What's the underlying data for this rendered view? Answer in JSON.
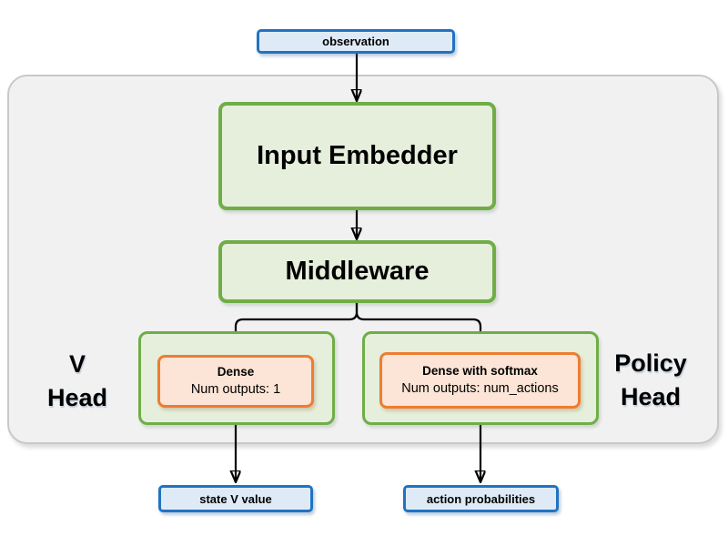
{
  "diagram": {
    "observation_label": "observation",
    "input_embedder_label": "Input Embedder",
    "middleware_label": "Middleware",
    "v_head": {
      "label_line1": "V",
      "label_line2": "Head",
      "dense_title": "Dense",
      "dense_subtitle": "Num outputs: 1",
      "output_label": "state V value"
    },
    "policy_head": {
      "label_line1": "Policy",
      "label_line2": "Head",
      "dense_title": "Dense with softmax",
      "dense_subtitle": "Num outputs: num_actions",
      "output_label": "action probabilities"
    },
    "colors": {
      "io_fill": "#deebf7",
      "io_border": "#2173c2",
      "stage_fill": "#e5efdb",
      "stage_border": "#70ad47",
      "dense_fill": "#fce4d6",
      "dense_border": "#ed7d31",
      "panel_fill": "#f1f1f2",
      "panel_border": "#c8c8c8",
      "arrow": "#000000",
      "background": "#ffffff"
    }
  }
}
